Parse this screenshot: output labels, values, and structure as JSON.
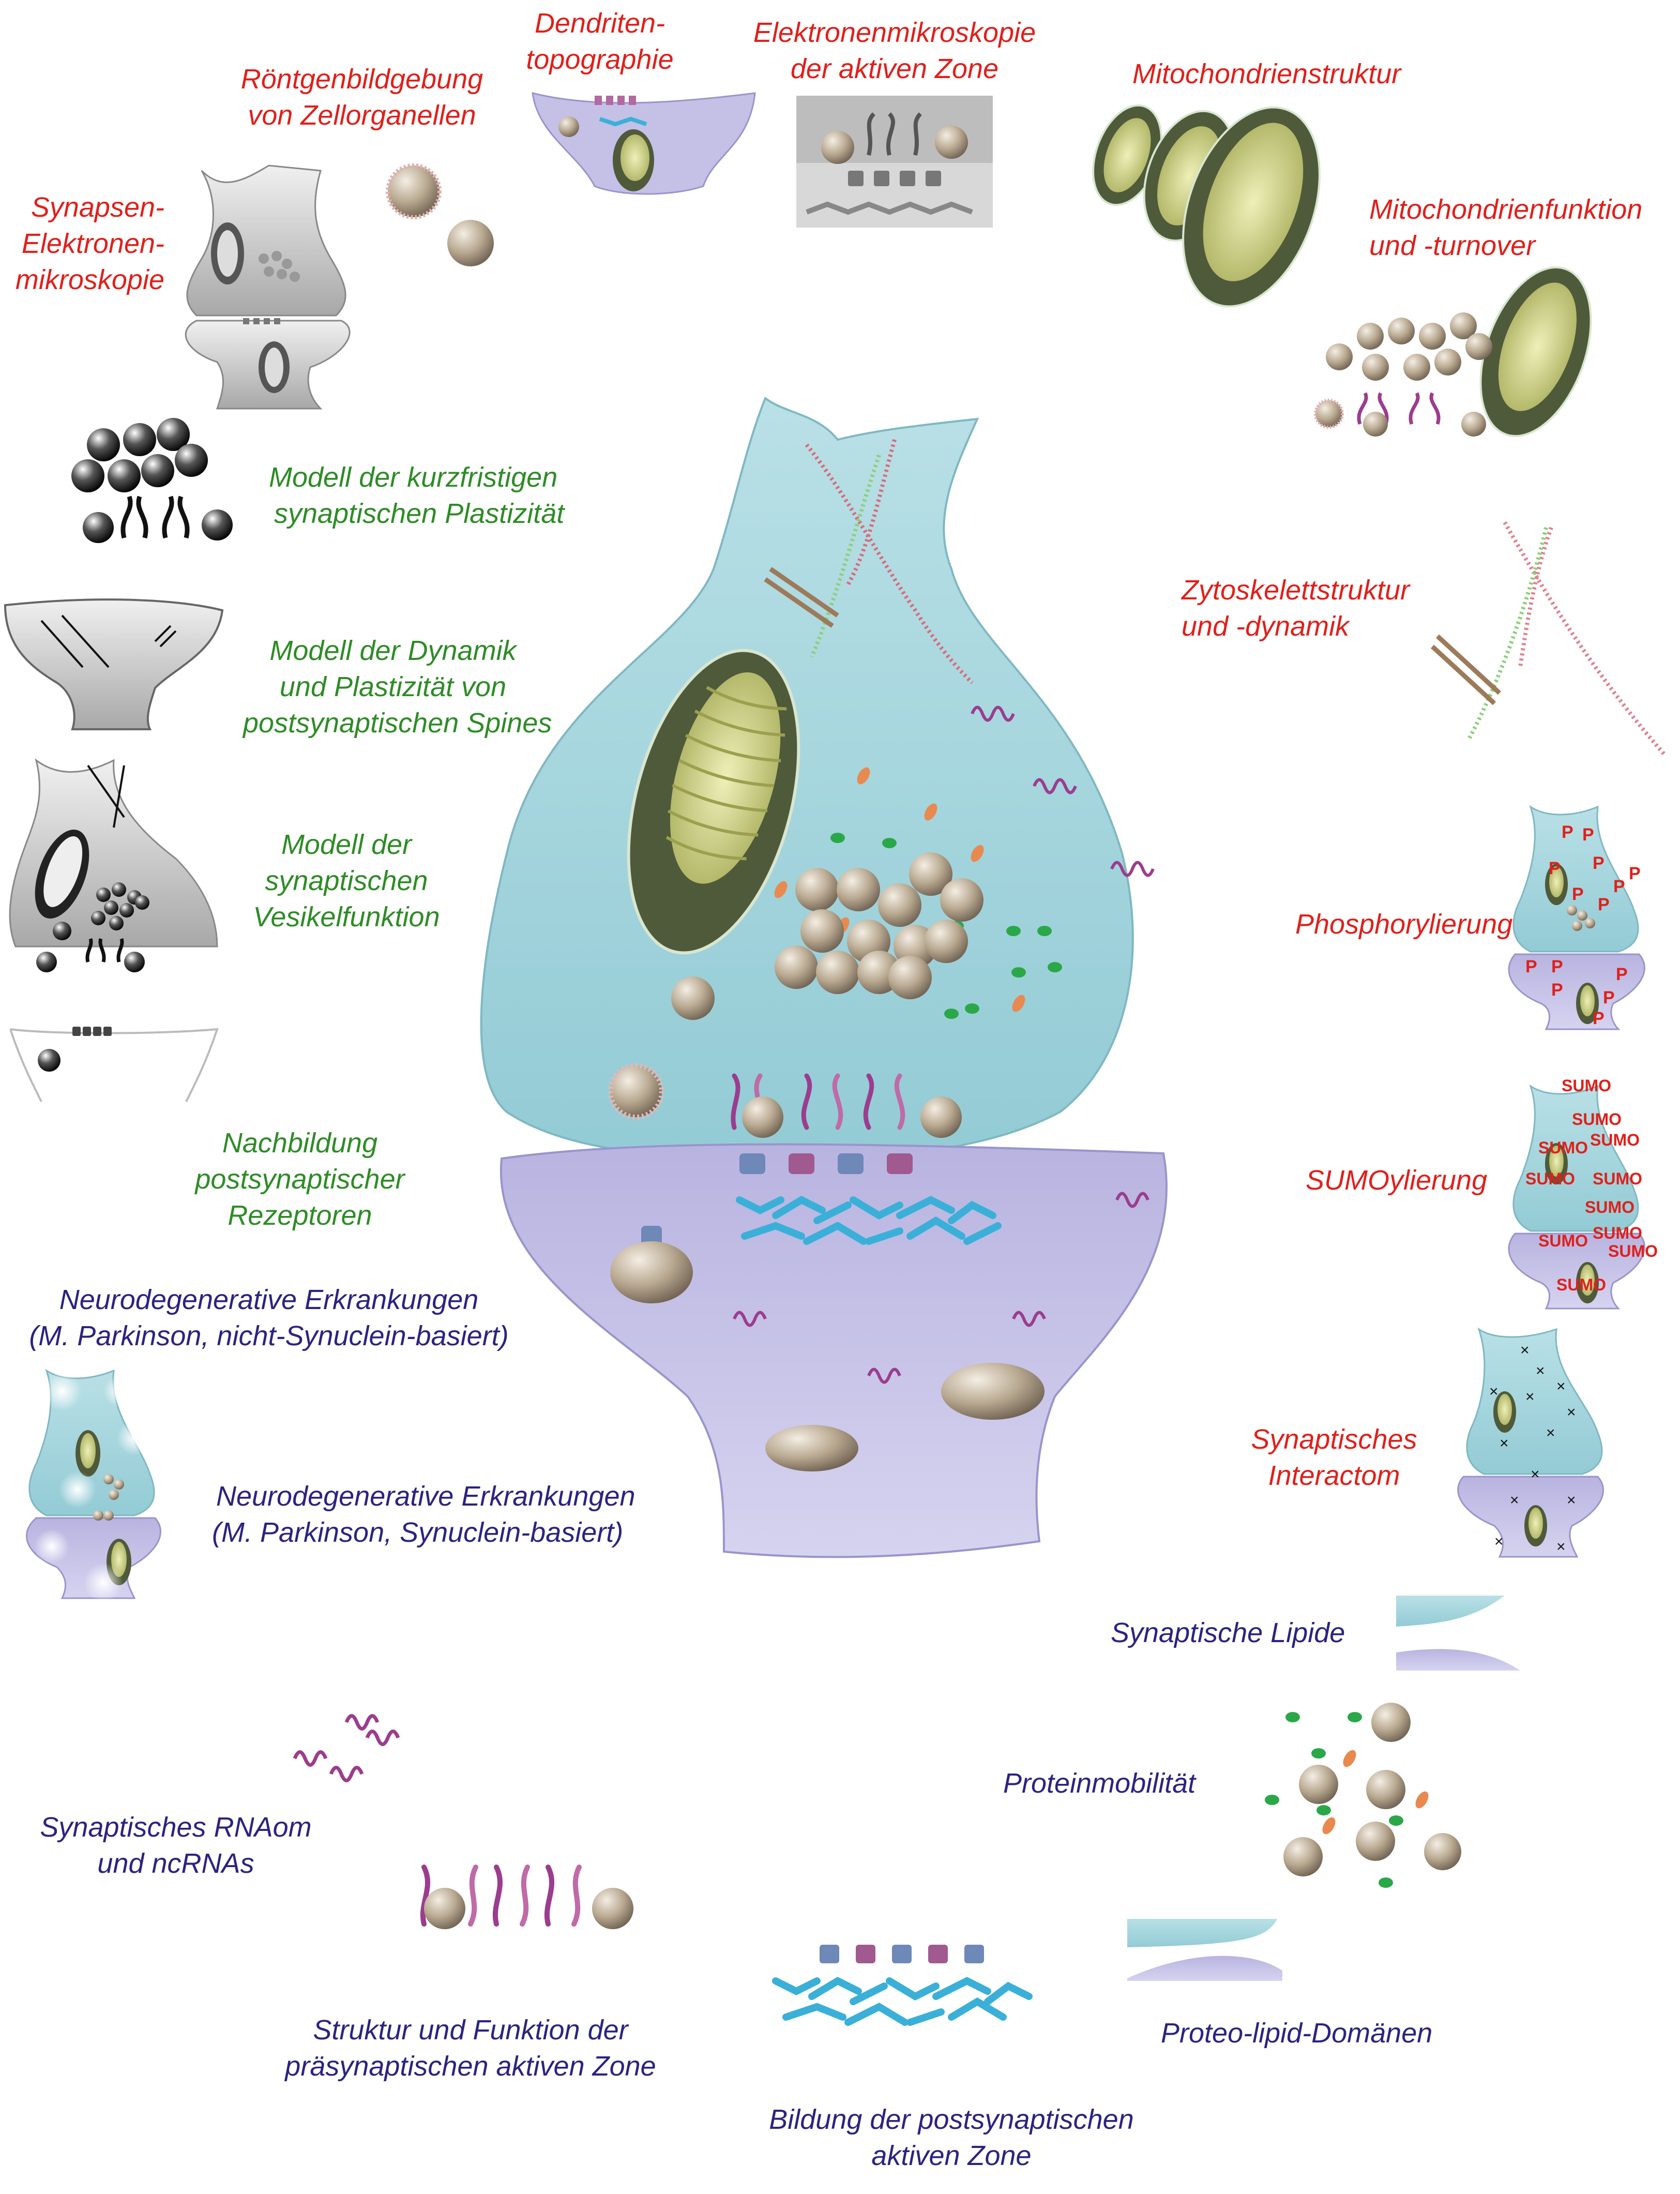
{
  "labels": {
    "roentgen": [
      "Röntgenbildgebung",
      "von Zellorganellen"
    ],
    "dendriten": [
      "Dendriten-",
      "topographie"
    ],
    "em_aktive_zone": [
      "Elektronenmikroskopie",
      "der aktiven Zone"
    ],
    "mito_struktur": [
      "Mitochondrienstruktur"
    ],
    "synapsen_em": [
      "Synapsen-",
      "Elektronen-",
      "mikroskopie"
    ],
    "mito_funktion": [
      "Mitochondrienfunktion",
      "und -turnover"
    ],
    "modell_kurzfristig": [
      "Modell der kurzfristigen",
      "synaptischen Plastizität"
    ],
    "modell_spines": [
      "Modell der Dynamik",
      "und Plastizität von",
      "postsynaptischen Spines"
    ],
    "modell_vesikel": [
      "Modell der",
      "synaptischen",
      "Vesikelfunktion"
    ],
    "nachbildung": [
      "Nachbildung",
      "postsynaptischer",
      "Rezeptoren"
    ],
    "zytoskelett": [
      "Zytoskelettstruktur",
      "und -dynamik"
    ],
    "phosphorylierung": [
      "Phosphorylierung"
    ],
    "sumoylierung": [
      "SUMOylierung"
    ],
    "interactom": [
      "Synaptisches",
      "Interactom"
    ],
    "neuro_nicht_syn": [
      "Neurodegenerative Erkrankungen",
      "(M. Parkinson, nicht-Synuclein-basiert)"
    ],
    "neuro_syn": [
      "Neurodegenerative Erkrankungen",
      "(M. Parkinson, Synuclein-basiert)"
    ],
    "lipide": [
      "Synaptische Lipide"
    ],
    "proteinmobilitaet": [
      "Proteinmobilität"
    ],
    "rnaom": [
      "Synaptisches RNAom",
      "und ncRNAs"
    ],
    "praesyn_zone": [
      "Struktur und Funktion der",
      "präsynaptischen aktiven Zone"
    ],
    "proteo_lipid": [
      "Proteo-lipid-Domänen"
    ],
    "postsyn_zone": [
      "Bildung der postsynaptischen",
      "aktiven Zone"
    ]
  },
  "marks": {
    "phospho": "P",
    "sumo": "SUMO",
    "interaction": "×"
  },
  "colors": {
    "red_labels": "#e0201b",
    "green_labels": "#2e8c26",
    "blue_labels": "#2b2380",
    "presynapse": "#a6d6de",
    "postsynapse": "#c4c0e6",
    "mitochondrion": "#c9cf82",
    "vesicle": "#b8a890"
  }
}
